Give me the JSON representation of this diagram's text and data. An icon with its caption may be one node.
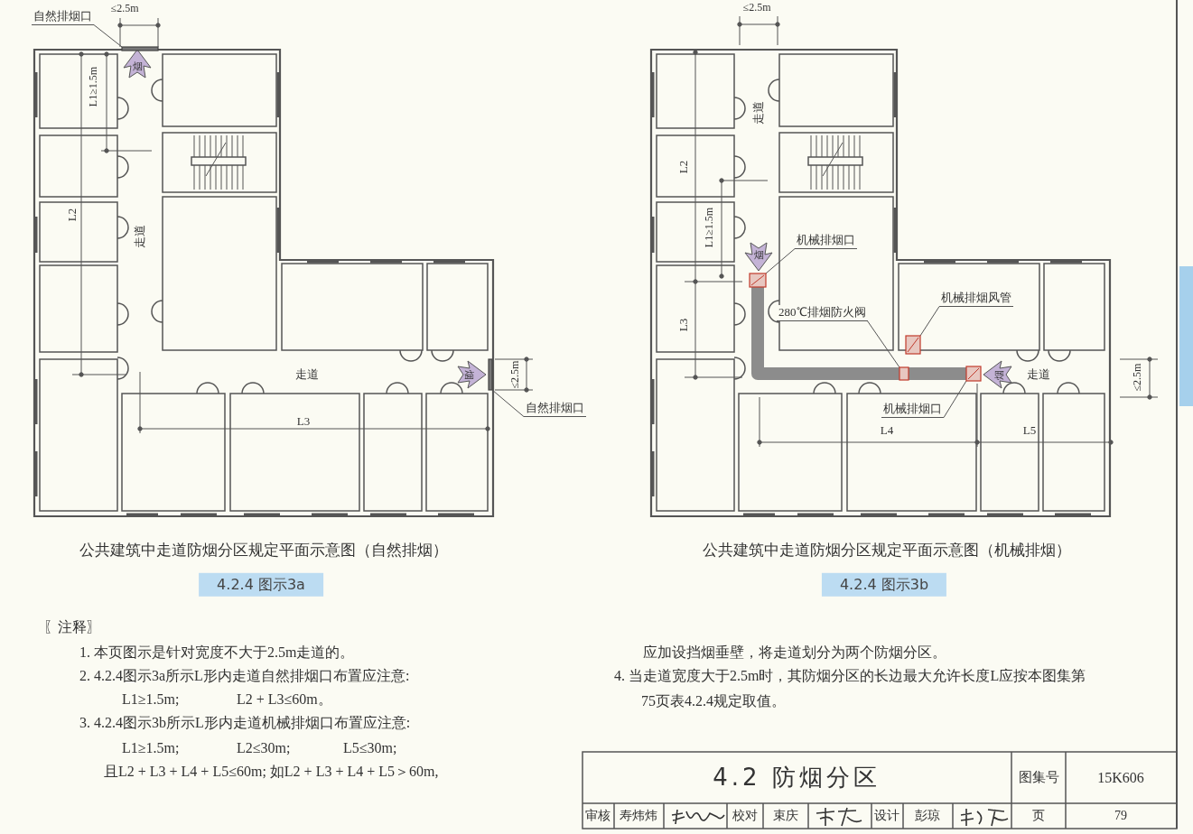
{
  "diagram": {
    "nodes": [
      {
        "text": [
          "自然排烟口"
        ]
      },
      {
        "text": [],
        "shape": "bar"
      },
      {
        "text": [
          "自然排烟口"
        ]
      },
      {
        "text": [],
        "shape": "bar"
      },
      {
        "text": [
          "机械排烟口"
        ]
      },
      {
        "text": [],
        "shape": "box"
      },
      {
        "text": [
          "280℃排烟防火阀"
        ]
      },
      {
        "text": [],
        "shape": "box"
      },
      {
        "text": [
          "机械排烟风管"
        ]
      },
      {
        "text": [],
        "shape": "box"
      },
      {
        "text": [
          "机械排烟口"
        ]
      },
      {
        "text": [],
        "shape": "box"
      }
    ],
    "edges": [
      {
        "from": 0,
        "to": 1,
        "arrow": "none"
      },
      {
        "from": 2,
        "to": 3,
        "arrow": "none"
      },
      {
        "from": 4,
        "to": 5,
        "arrow": "none"
      },
      {
        "from": 6,
        "to": 7,
        "arrow": "none"
      },
      {
        "from": 8,
        "to": 9,
        "arrow": "none"
      },
      {
        "from": 10,
        "to": 11,
        "arrow": "none"
      },
      {
        "from": 5,
        "to": 11,
        "arrow": "none",
        "style": "thick",
        "color": "#8c8c8c"
      }
    ],
    "labels": [
      "≤2.5m",
      "L1≥1.5m",
      "L2",
      "走道",
      "烟",
      "走道",
      "烟",
      "L3",
      "≤2.5m",
      "≤2.5m",
      "走道",
      "L2",
      "L1≥1.5m",
      "烟",
      "L3",
      "烟",
      "走道",
      "≤2.5m",
      "L4",
      "L5",
      "公共建筑中走道防烟分区规定平面示意图（自然排烟）",
      "4.2.4 图示3a",
      "公共建筑中走道防烟分区规定平面示意图（机械排烟）",
      "4.2.4 图示3b",
      "〖注释〗",
      "1. 本页图示是针对宽度不大于2.5m走道的。",
      "2. 4.2.4图示3a所示L形内走道自然排烟口布置应注意:",
      "L1≥1.5m;",
      "L2 + L3≤60m。",
      "3. 4.2.4图示3b所示L形内走道机械排烟口布置应注意:",
      "L1≥1.5m;",
      "L2≤30m;",
      "L5≤30m;",
      "且L2 + L3 + L4 + L5≤60m; 如L2 + L3 + L4 + L5＞60m,",
      "应加设挡烟垂壁，将走道划分为两个防烟分区。",
      "4. 当走道宽度大于2.5m时，其防烟分区的长边最大允许长度L应按本图集第75页表4.2.4规定取值。",
      "4.2 防烟分区",
      "图集号",
      "15K606",
      "审核",
      "寿炜炜",
      "校对",
      "束庆",
      "设计",
      "彭琼",
      "页",
      "79"
    ]
  }
}
